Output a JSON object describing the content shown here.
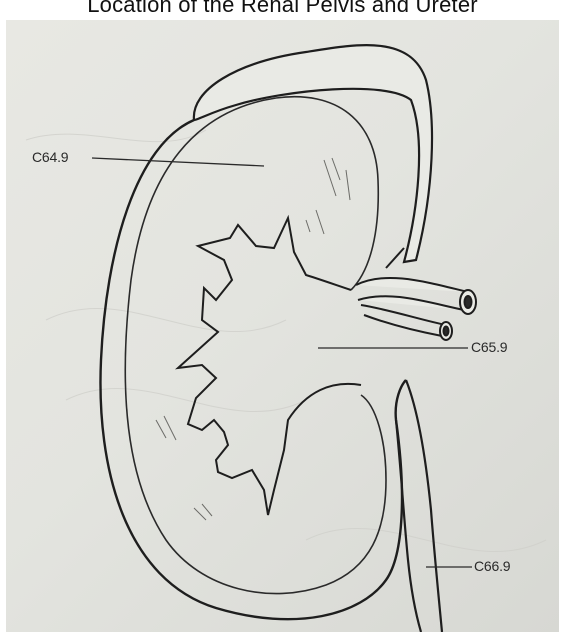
{
  "header": {
    "caption": "Location of the Renal Pelvis and Ureter"
  },
  "labels": {
    "kidney": "C64.9",
    "renal_pelvis": "C65.9",
    "ureter": "C66.9"
  },
  "colors": {
    "paper": "#e4e5e0",
    "ink": "#2a2a2a"
  }
}
